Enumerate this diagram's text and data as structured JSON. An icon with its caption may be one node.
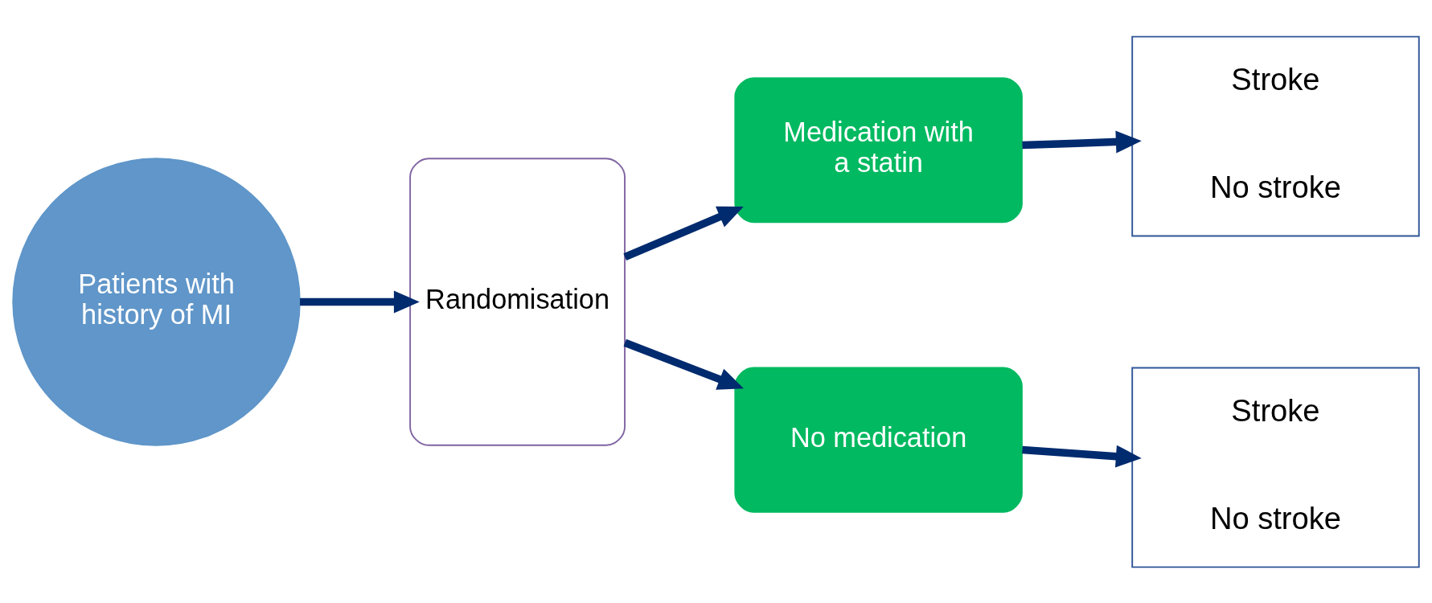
{
  "diagram": {
    "nodes": [
      {
        "text": [
          "Patients with history of MI"
        ]
      },
      {
        "text": [
          "Randomisation"
        ]
      },
      {
        "text": [
          "Medication with a statin"
        ]
      },
      {
        "text": [
          "No medication"
        ]
      },
      {
        "text": [
          "Stroke",
          "No stroke"
        ]
      },
      {
        "text": [
          "Stroke",
          "No stroke"
        ]
      }
    ],
    "edges": [
      {
        "from": 0,
        "to": 1,
        "arrow": "to"
      },
      {
        "from": 1,
        "to": 2,
        "arrow": "to"
      },
      {
        "from": 1,
        "to": 3,
        "arrow": "to"
      },
      {
        "from": 2,
        "to": 4,
        "arrow": "to"
      },
      {
        "from": 3,
        "to": 5,
        "arrow": "to"
      }
    ]
  }
}
